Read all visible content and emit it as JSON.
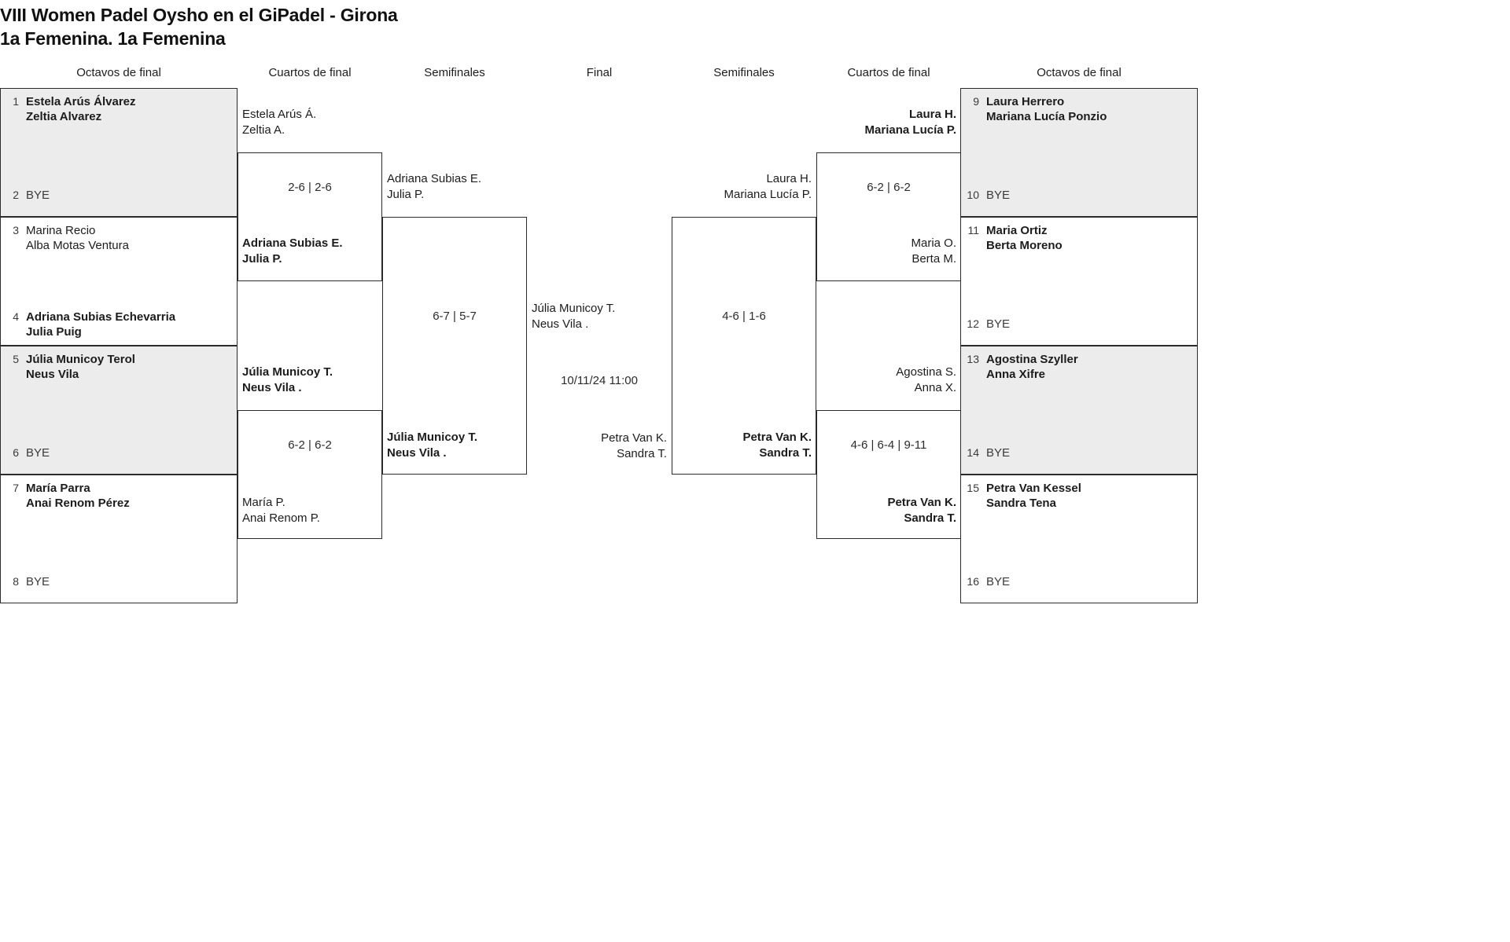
{
  "header": {
    "tournament": "VIII Women Padel Oysho en el GiPadel - Girona",
    "category": "1a Femenina. 1a Femenina"
  },
  "round_headers": {
    "left_r16": "Octavos de final",
    "left_qf": "Cuartos de final",
    "left_sf": "Semifinales",
    "final": "Final",
    "right_sf": "Semifinales",
    "right_qf": "Cuartos de final",
    "right_r16": "Octavos de final"
  },
  "bye_label": "BYE",
  "left_r16": [
    {
      "seed": "1",
      "name": "Estela Arús Álvarez\nZeltia Alvarez",
      "winner": true,
      "bye": false
    },
    {
      "seed": "2",
      "name": "BYE",
      "winner": false,
      "bye": true
    },
    {
      "seed": "3",
      "name": "Marina Recio\nAlba Motas Ventura",
      "winner": false,
      "bye": false
    },
    {
      "seed": "4",
      "name": "Adriana Subias Echevarria\nJulia Puig",
      "winner": true,
      "bye": false
    },
    {
      "seed": "5",
      "name": "Júlia Municoy Terol\nNeus Vila",
      "winner": true,
      "bye": false
    },
    {
      "seed": "6",
      "name": "BYE",
      "winner": false,
      "bye": true
    },
    {
      "seed": "7",
      "name": "María Parra\nAnai Renom Pérez",
      "winner": true,
      "bye": false
    },
    {
      "seed": "8",
      "name": "BYE",
      "winner": false,
      "bye": true
    }
  ],
  "right_r16": [
    {
      "seed": "9",
      "name": "Laura Herrero\nMariana Lucía Ponzio",
      "winner": true,
      "bye": false
    },
    {
      "seed": "10",
      "name": "BYE",
      "winner": false,
      "bye": true
    },
    {
      "seed": "11",
      "name": "Maria Ortiz\nBerta Moreno",
      "winner": true,
      "bye": false
    },
    {
      "seed": "12",
      "name": "BYE",
      "winner": false,
      "bye": true
    },
    {
      "seed": "13",
      "name": "Agostina Szyller\nAnna Xifre",
      "winner": true,
      "bye": false
    },
    {
      "seed": "14",
      "name": "BYE",
      "winner": false,
      "bye": true
    },
    {
      "seed": "15",
      "name": "Petra Van Kessel\nSandra Tena",
      "winner": true,
      "bye": false
    },
    {
      "seed": "16",
      "name": "BYE",
      "winner": false,
      "bye": true
    }
  ],
  "left_qf": {
    "match1": {
      "top": "Estela Arús Á.\nZeltia A.",
      "top_winner": false,
      "bottom": "Adriana Subias E.\nJulia P.",
      "bottom_winner": true,
      "score": "2-6 | 2-6"
    },
    "match2": {
      "top": "Júlia Municoy T.\nNeus Vila .",
      "top_winner": true,
      "bottom": "María P.\nAnai Renom P.",
      "bottom_winner": false,
      "score": "6-2 | 6-2"
    }
  },
  "right_qf": {
    "match1": {
      "top": "Laura H.\nMariana Lucía P.",
      "top_winner": true,
      "bottom": "Maria O.\nBerta M.",
      "bottom_winner": false,
      "score": "6-2 | 6-2"
    },
    "match2": {
      "top": "Agostina S.\nAnna X.",
      "top_winner": false,
      "bottom": "Petra Van K.\nSandra T.",
      "bottom_winner": true,
      "score": "4-6 | 6-4 | 9-11"
    }
  },
  "left_sf": {
    "top": "Adriana Subias E.\nJulia P.",
    "top_winner": false,
    "bottom": "Júlia Municoy T.\nNeus Vila .",
    "bottom_winner": true,
    "score": "6-7 | 5-7"
  },
  "right_sf": {
    "top": "Laura H.\nMariana Lucía P.",
    "top_winner": false,
    "bottom": "Petra Van K.\nSandra T.",
    "bottom_winner": true,
    "score": "4-6 | 1-6"
  },
  "final": {
    "left_team": "Júlia Municoy T.\nNeus Vila .",
    "right_team": "Petra Van K.\nSandra T.",
    "datetime": "10/11/24 11:00"
  }
}
